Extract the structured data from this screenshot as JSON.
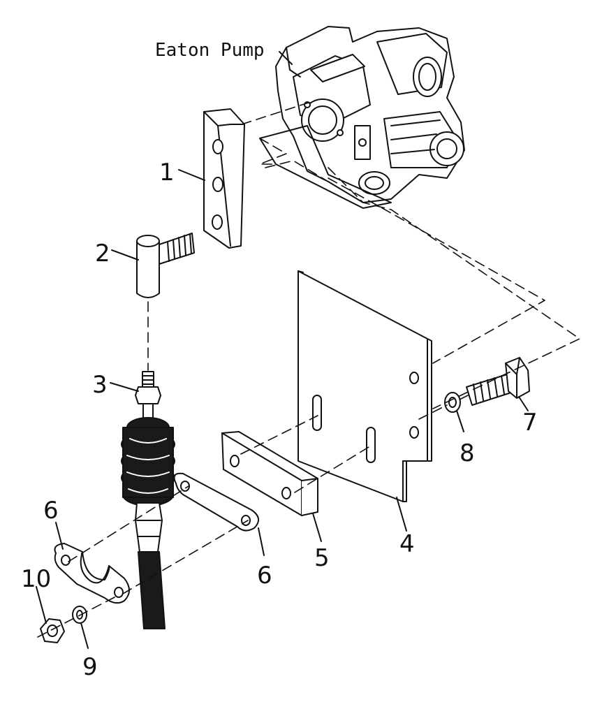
{
  "diagram": {
    "title": "Eaton Pump",
    "colors": {
      "line": "#111111",
      "fill": "#ffffff",
      "rubber": "#1a1a1a"
    },
    "callouts": [
      {
        "id": "c1",
        "label": "1"
      },
      {
        "id": "c2",
        "label": "2"
      },
      {
        "id": "c3",
        "label": "3"
      },
      {
        "id": "c4",
        "label": "4"
      },
      {
        "id": "c5",
        "label": "5"
      },
      {
        "id": "c6a",
        "label": "6"
      },
      {
        "id": "c6b",
        "label": "6"
      },
      {
        "id": "c7",
        "label": "7"
      },
      {
        "id": "c8",
        "label": "8"
      },
      {
        "id": "c9",
        "label": "9"
      },
      {
        "id": "c10",
        "label": "10"
      }
    ]
  }
}
